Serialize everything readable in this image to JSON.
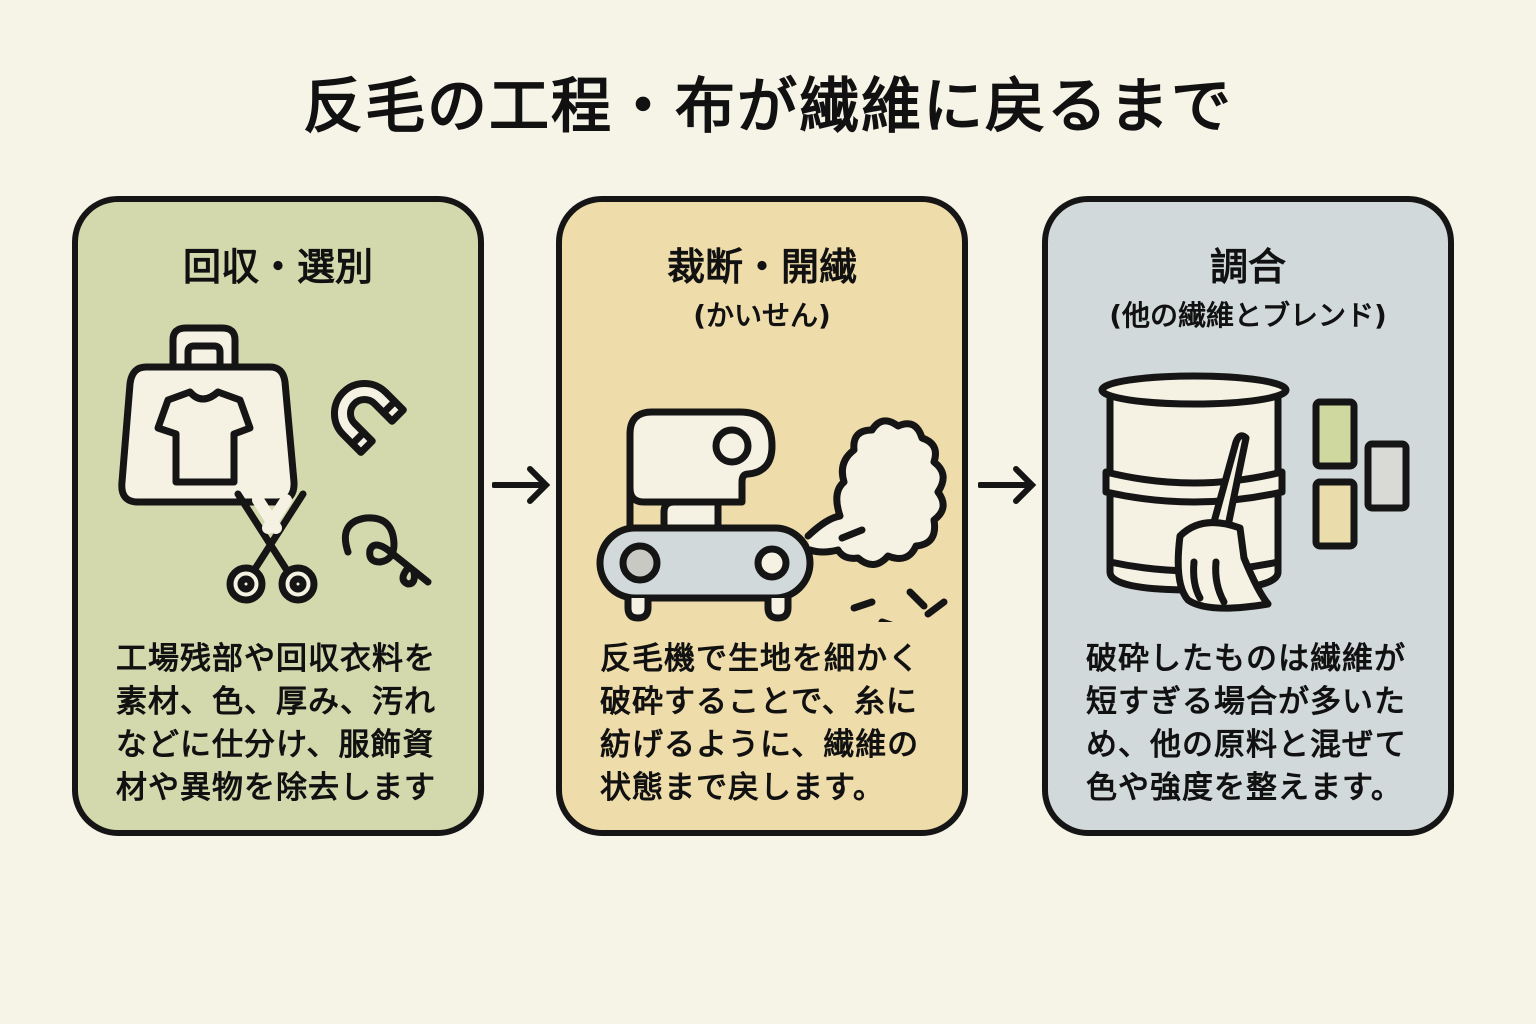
{
  "title": "反毛の工程・布が繊維に戻るまで",
  "colors": {
    "background": "#f6f3e7",
    "outline": "#151515",
    "icon_fill": "#f5f1e3"
  },
  "steps": [
    {
      "title": "回収・選別",
      "subtitle": "",
      "icon": "bag-shirt-magnet-scissors-thread-icon",
      "color": "#d3d9ad",
      "body": "工場残部や回収衣料を素材、色、厚み、汚れなどに仕分け、服飾資材や異物を除去します"
    },
    {
      "title": "裁断・開繊",
      "subtitle": "(かいせん)",
      "icon": "opening-machine-fiber-cloud-icon",
      "color": "#eedcaa",
      "body": "反毛機で生地を細かく破砕することで、糸に紡げるように、繊維の状態まで戻します。"
    },
    {
      "title": "調合",
      "subtitle": "(他の繊維とブレンド)",
      "icon": "barrel-broom-swatches-icon",
      "color": "#d1d9da",
      "body": "破砕したものは繊維が短すぎる場合が多いため、他の原料と混ぜて色や強度を整えます。"
    }
  ],
  "swatch_colors": [
    "#cfd89f",
    "#ebdcab",
    "#d9d9d6"
  ],
  "arrows": [
    "arrow-right-icon",
    "arrow-right-icon"
  ]
}
